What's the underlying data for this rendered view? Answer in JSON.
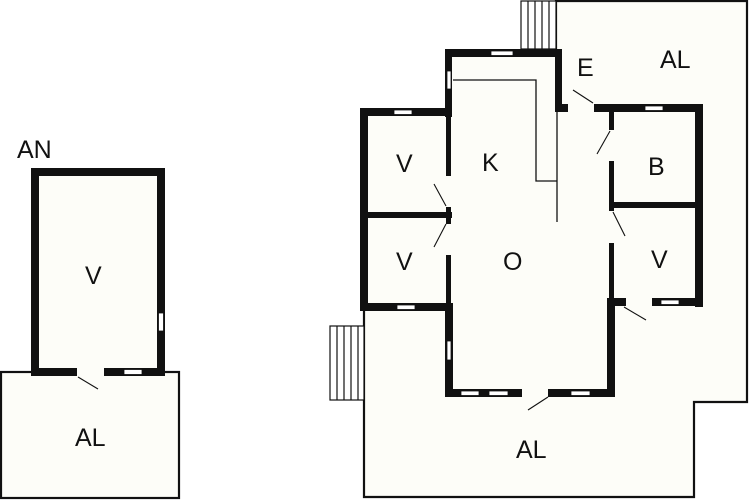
{
  "plan": {
    "annex": {
      "title": "AN",
      "rooms": [
        {
          "id": "annex-room",
          "label": "V"
        },
        {
          "id": "annex-terrace",
          "label": "AL"
        }
      ]
    },
    "main_house": {
      "rooms": [
        {
          "id": "entrance",
          "label": "E"
        },
        {
          "id": "kitchen",
          "label": "K"
        },
        {
          "id": "bathroom",
          "label": "B"
        },
        {
          "id": "living-room",
          "label": "O"
        },
        {
          "id": "bedroom-nw",
          "label": "V"
        },
        {
          "id": "bedroom-sw",
          "label": "V"
        },
        {
          "id": "bedroom-e",
          "label": "V"
        },
        {
          "id": "terrace-ne",
          "label": "AL"
        },
        {
          "id": "terrace-s",
          "label": "AL"
        }
      ]
    },
    "colors": {
      "wall": "#111111",
      "floor": "#fdfdf8",
      "background": "#ffffff"
    }
  }
}
